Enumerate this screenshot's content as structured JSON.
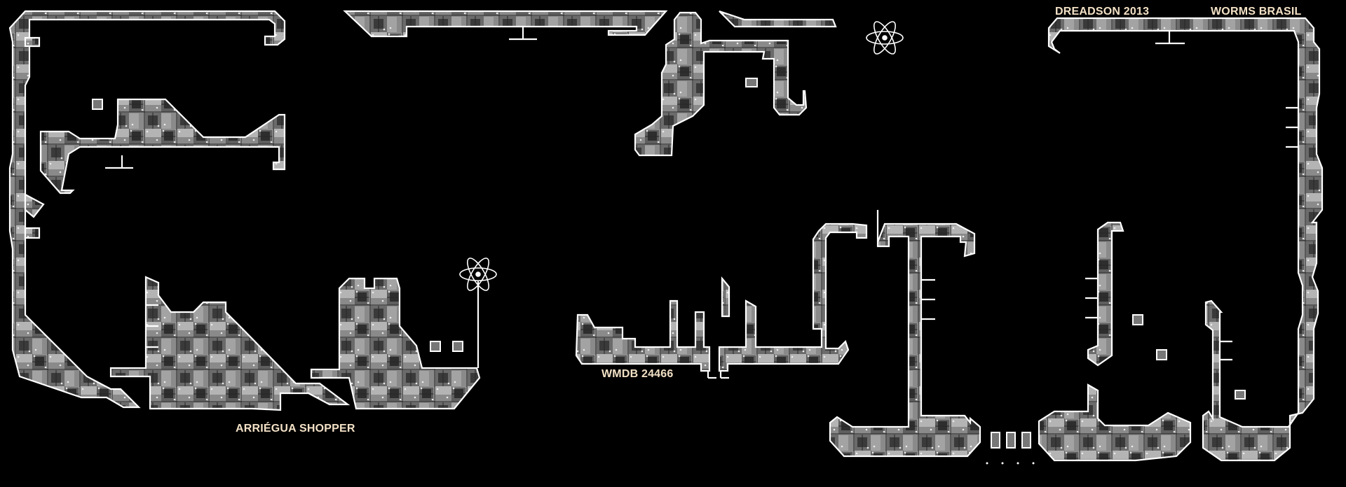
{
  "map": {
    "background": "#000000",
    "outline_color": "#ffffff",
    "metal_colors": [
      "#4d4d4d",
      "#8a8a8a",
      "#c4c4c4"
    ],
    "label_color": "#f3e1c6",
    "labels": {
      "shopper": "ARRIÉGUA SHOPPER",
      "wmdb": "WMDB 24466",
      "author": "DREADSON 2013",
      "brand": "WORMS BRASIL"
    },
    "icons": [
      "atom-icon",
      "atom-icon"
    ]
  }
}
